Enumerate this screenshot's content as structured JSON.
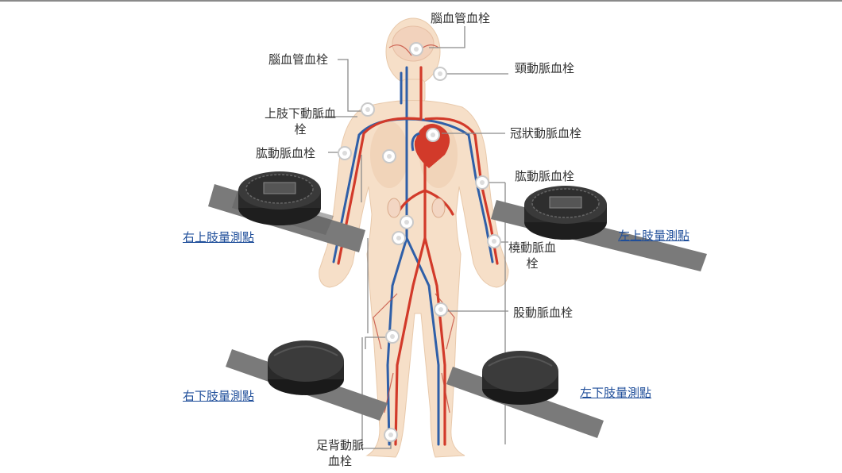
{
  "colors": {
    "artery": "#d23a2a",
    "vein": "#2f5fa8",
    "skin": "#f6dfc8",
    "link": "#1f4e9a",
    "leader": "#8a8a8a",
    "device": "#2b2b2b",
    "strap": "#6f6f6f"
  },
  "labels": {
    "brain_top": "腦血管血栓",
    "brain_left": "腦血管血栓",
    "carotid": "頸動脈血栓",
    "upper_limb": "上肢下動脈血栓",
    "coronary": "冠狀動脈血栓",
    "brachial_right": "肱動脈血栓",
    "brachial_left": "肱動脈血栓",
    "radial": "橈動脈血栓",
    "femoral": "股動脈血栓",
    "dorsalis": "足背動脈血栓"
  },
  "measure_points": {
    "right_upper": "右上肢量測點",
    "left_upper": "左上肢量測點",
    "right_lower": "右下肢量測點",
    "left_lower": "左下肢量測點"
  },
  "icons": {
    "device": "blood-pressure-monitor-device-icon",
    "marker": "thrombosis-marker-icon",
    "body": "human-circulatory-system-illustration"
  }
}
